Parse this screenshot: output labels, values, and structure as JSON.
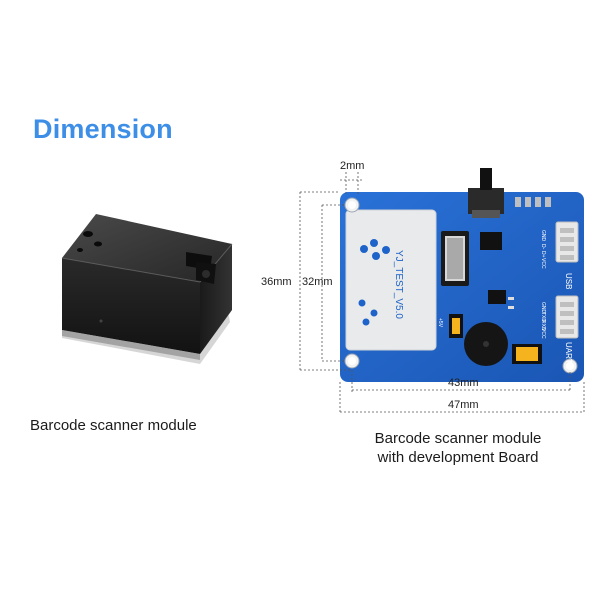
{
  "heading": "Dimension",
  "captions": {
    "left": "Barcode scanner module",
    "right_line1": "Barcode scanner module",
    "right_line2": "with development Board"
  },
  "dimensions": {
    "margin": "2mm",
    "outer_height": "36mm",
    "inner_height": "32mm",
    "inner_width": "43mm",
    "outer_width": "47mm"
  },
  "board_text": {
    "silk_label": "YJ_TEST_V5.0",
    "usb_label": "USB",
    "uart_label": "UART",
    "pin_gnd": "GND",
    "pin_dm": "D-",
    "pin_dp": "D+",
    "pin_vcc": "VCC",
    "pin_txd": "TXD",
    "pin_rxd": "RXD",
    "pin_5v": "+5V"
  },
  "colors": {
    "heading": "#3d8ee6",
    "pcb": "#1e63c9",
    "module_body": "#1c1c1c"
  },
  "icons": [
    "mount-hole-icon",
    "tactile-switch-icon",
    "buzzer-icon",
    "connector-icon",
    "jumper-icon"
  ]
}
